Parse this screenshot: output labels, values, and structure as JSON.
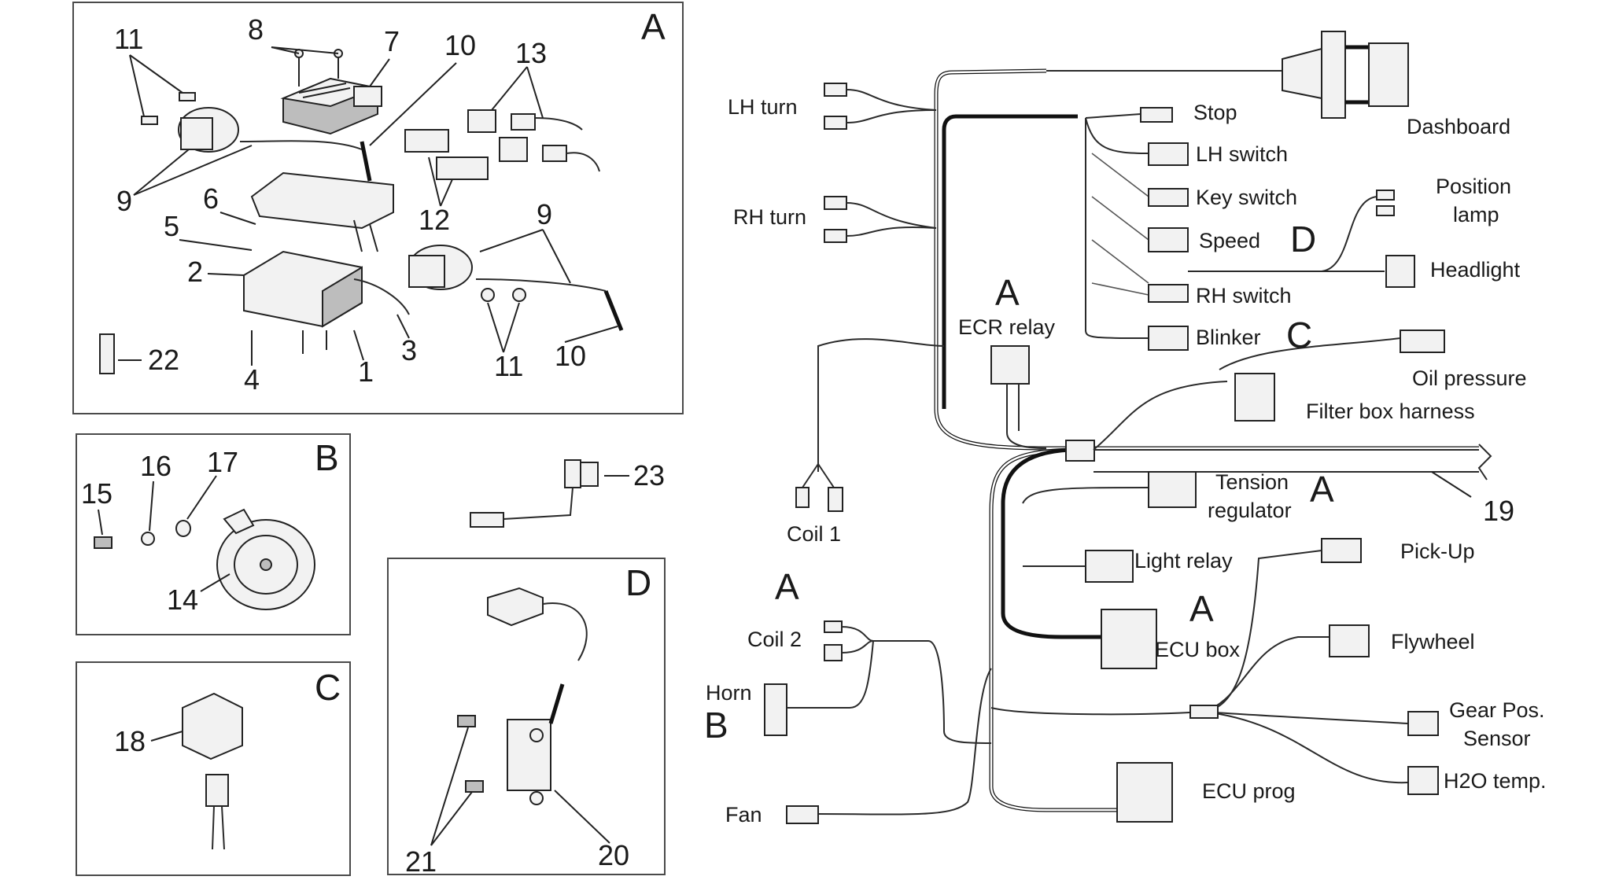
{
  "panels": {
    "A": {
      "letter": "A",
      "callouts": [
        "1",
        "2",
        "3",
        "4",
        "5",
        "6",
        "7",
        "8",
        "9",
        "9",
        "10",
        "10",
        "11",
        "11",
        "12",
        "13",
        "22"
      ]
    },
    "B": {
      "letter": "B",
      "callouts": [
        "14",
        "15",
        "16",
        "17"
      ]
    },
    "C": {
      "letter": "C",
      "callouts": [
        "18"
      ]
    },
    "D": {
      "letter": "D",
      "callouts": [
        "20",
        "21"
      ]
    }
  },
  "loose_callouts": [
    "23",
    "19"
  ],
  "harness": {
    "labels": {
      "lh_turn": "LH turn",
      "rh_turn": "RH turn",
      "stop": "Stop",
      "dashboard": "Dashboard",
      "lh_switch": "LH switch",
      "key_switch": "Key switch",
      "speed": "Speed",
      "position_lamp_1": "Position",
      "position_lamp_2": "lamp",
      "headlight": "Headlight",
      "rh_switch": "RH switch",
      "blinker": "Blinker",
      "ecr_relay": "ECR relay",
      "oil_pressure": "Oil pressure",
      "filter_box_harness": "Filter box harness",
      "coil_1": "Coil 1",
      "tension_regulator_1": "Tension",
      "tension_regulator_2": "regulator",
      "light_relay": "Light relay",
      "pick_up": "Pick-Up",
      "coil_2": "Coil 2",
      "flywheel": "Flywheel",
      "ecu_box": "ECU box",
      "horn": "Horn",
      "gear_pos_1": "Gear Pos.",
      "gear_pos_2": "Sensor",
      "ecu_prog": "ECU prog",
      "h2o_temp": "H2O temp.",
      "fan": "Fan"
    },
    "letters": {
      "d_position": "D",
      "a_ecr": "A",
      "c_blinker": "C",
      "a_tension": "A",
      "a_coil2": "A",
      "a_ecu": "A",
      "b_horn": "B"
    }
  }
}
